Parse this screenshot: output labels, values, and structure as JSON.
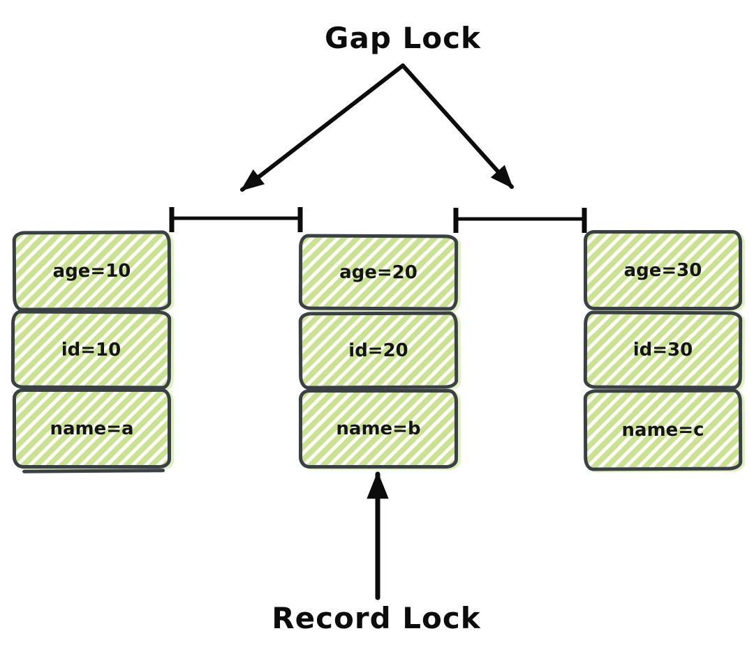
{
  "diagram": {
    "title": "Gap Lock",
    "record_lock_label": "Record Lock",
    "columns": [
      {
        "key": "record-a",
        "cells": [
          "age=10",
          "id=10",
          "name=a"
        ]
      },
      {
        "key": "record-b",
        "cells": [
          "age=20",
          "id=20",
          "name=b"
        ]
      },
      {
        "key": "record-c",
        "cells": [
          "age=30",
          "id=30",
          "name=c"
        ]
      }
    ],
    "colors": {
      "hatch_green": "#cbe294",
      "box_border": "#3b4045",
      "ink_black": "#0c0c0c",
      "background": "#ffffff"
    }
  }
}
